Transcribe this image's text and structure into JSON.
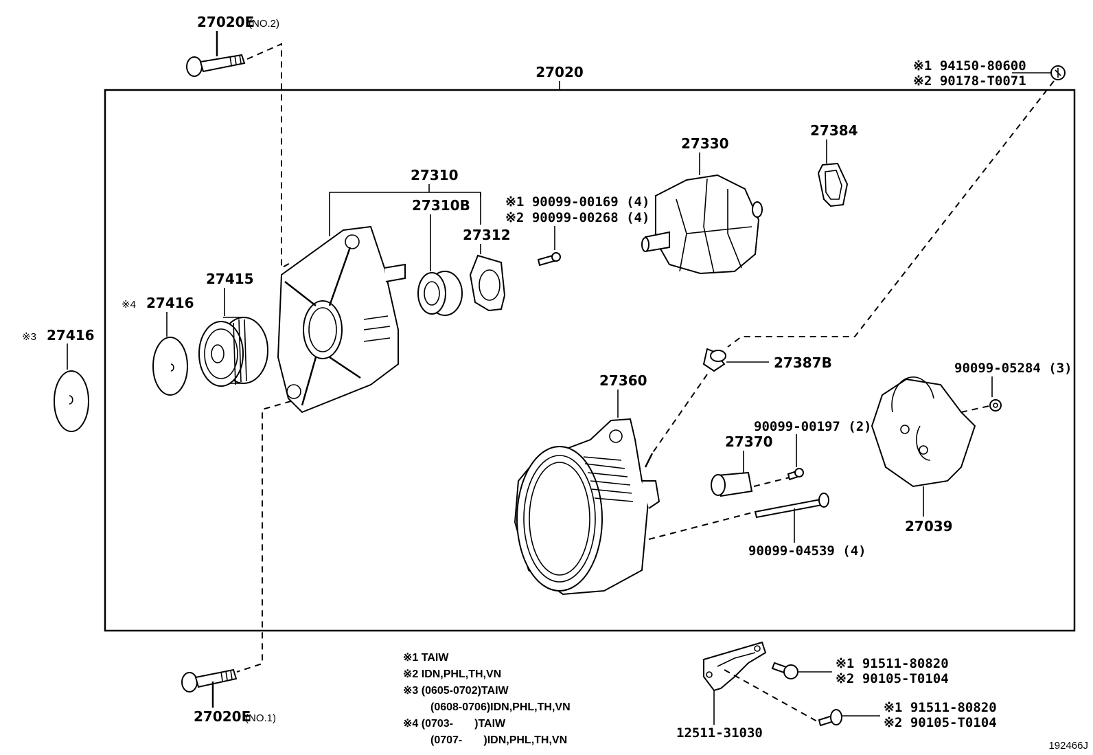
{
  "diagram": {
    "reference_code": "192466J",
    "assembly": {
      "part_no": "27020"
    },
    "callouts": {
      "bolt_no2": {
        "part_no": "27020E",
        "suffix": "(NO.2)"
      },
      "bolt_no1": {
        "part_no": "27020E",
        "suffix": "(NO.1)"
      },
      "nut_top": {
        "line1_mark": "※1",
        "line1_part": "94150-80600",
        "line2_mark": "※2",
        "line2_part": "90178-T0071"
      },
      "frame": {
        "part_no": "27310"
      },
      "bearing": {
        "part_no": "27310B"
      },
      "retainer": {
        "part_no": "27312"
      },
      "screws_frame": {
        "line1_mark": "※1",
        "line1_part": "90099-00169 (4)",
        "line2_mark": "※2",
        "line2_part": "90099-00268 (4)"
      },
      "rotor": {
        "part_no": "27330"
      },
      "insulator": {
        "part_no": "27384"
      },
      "pulley": {
        "part_no": "27415"
      },
      "cap_4": {
        "mark": "※4",
        "part_no": "27416"
      },
      "cap_3": {
        "mark": "※3",
        "part_no": "27416"
      },
      "terminal_insulator": {
        "part_no": "27387B"
      },
      "stator_frame": {
        "part_no": "27360"
      },
      "brush_holder": {
        "part_no": "27370"
      },
      "screws_brush": {
        "part_no": "90099-00197 (2)"
      },
      "nuts_cover": {
        "part_no": "90099-05284 (3)"
      },
      "through_bolts": {
        "part_no": "90099-04539 (4)"
      },
      "rear_cover": {
        "part_no": "27039"
      },
      "bracket": {
        "part_no": "12511-31030"
      },
      "bolt_upper": {
        "line1_mark": "※1",
        "line1_part": "91511-80820",
        "line2_mark": "※2",
        "line2_part": "90105-T0104"
      },
      "bolt_lower": {
        "line1_mark": "※1",
        "line1_part": "91511-80820",
        "line2_mark": "※2",
        "line2_part": "90105-T0104"
      }
    },
    "notes": [
      "※1 TAIW",
      "※2 IDN,PHL,TH,VN",
      "※3 (0605-0702)TAIW",
      "(0608-0706)IDN,PHL,TH,VN",
      "※4 (0703-       )TAIW",
      "(0707-       )IDN,PHL,TH,VN"
    ]
  }
}
